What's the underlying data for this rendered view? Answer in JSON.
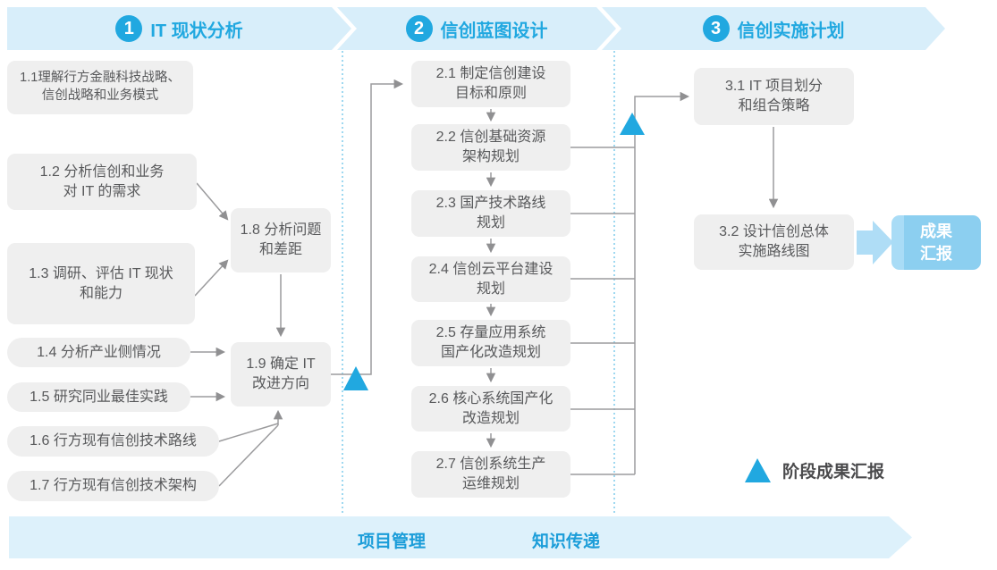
{
  "phases": [
    {
      "number": "1",
      "title": "IT 现状分析"
    },
    {
      "number": "2",
      "title": "信创蓝图设计"
    },
    {
      "number": "3",
      "title": "信创实施计划"
    }
  ],
  "boxes": {
    "b11": {
      "label": "1.1理解行方金融科技战略、\n信创战略和业务模式"
    },
    "b12": {
      "label": "1.2 分析信创和业务\n对 IT 的需求"
    },
    "b13": {
      "label": "1.3 调研、评估 IT 现状\n和能力"
    },
    "b14": {
      "label": "1.4 分析产业侧情况"
    },
    "b15": {
      "label": "1.5 研究同业最佳实践"
    },
    "b16": {
      "label": "1.6 行方现有信创技术路线"
    },
    "b17": {
      "label": "1.7 行方现有信创技术架构"
    },
    "b18": {
      "label": "1.8 分析问题\n和差距"
    },
    "b19": {
      "label": "1.9 确定 IT\n改进方向"
    },
    "b21": {
      "label": "2.1 制定信创建设\n目标和原则"
    },
    "b22": {
      "label": "2.2 信创基础资源\n架构规划"
    },
    "b23": {
      "label": "2.3 国产技术路线\n规划"
    },
    "b24": {
      "label": "2.4 信创云平台建设\n规划"
    },
    "b25": {
      "label": "2.5 存量应用系统\n国产化改造规划"
    },
    "b26": {
      "label": "2.6 核心系统国产化\n改造规划"
    },
    "b27": {
      "label": "2.7 信创系统生产\n运维规划"
    },
    "b31": {
      "label": "3.1 IT 项目划分\n和组合策略"
    },
    "b32": {
      "label": "3.2 设计信创总体\n实施路线图"
    }
  },
  "result": {
    "label": "成果\n汇报"
  },
  "legend": {
    "label": "阶段成果汇报"
  },
  "footer": {
    "left": "项目管理",
    "right": "知识传递"
  },
  "colors": {
    "accent": "#21A8E0",
    "banner_fill": "#D8EEFA",
    "node_fill": "#EFEFEF",
    "node_text": "#58595B",
    "connector": "#9B9B9D",
    "result_fill": "#8CCFF0"
  }
}
